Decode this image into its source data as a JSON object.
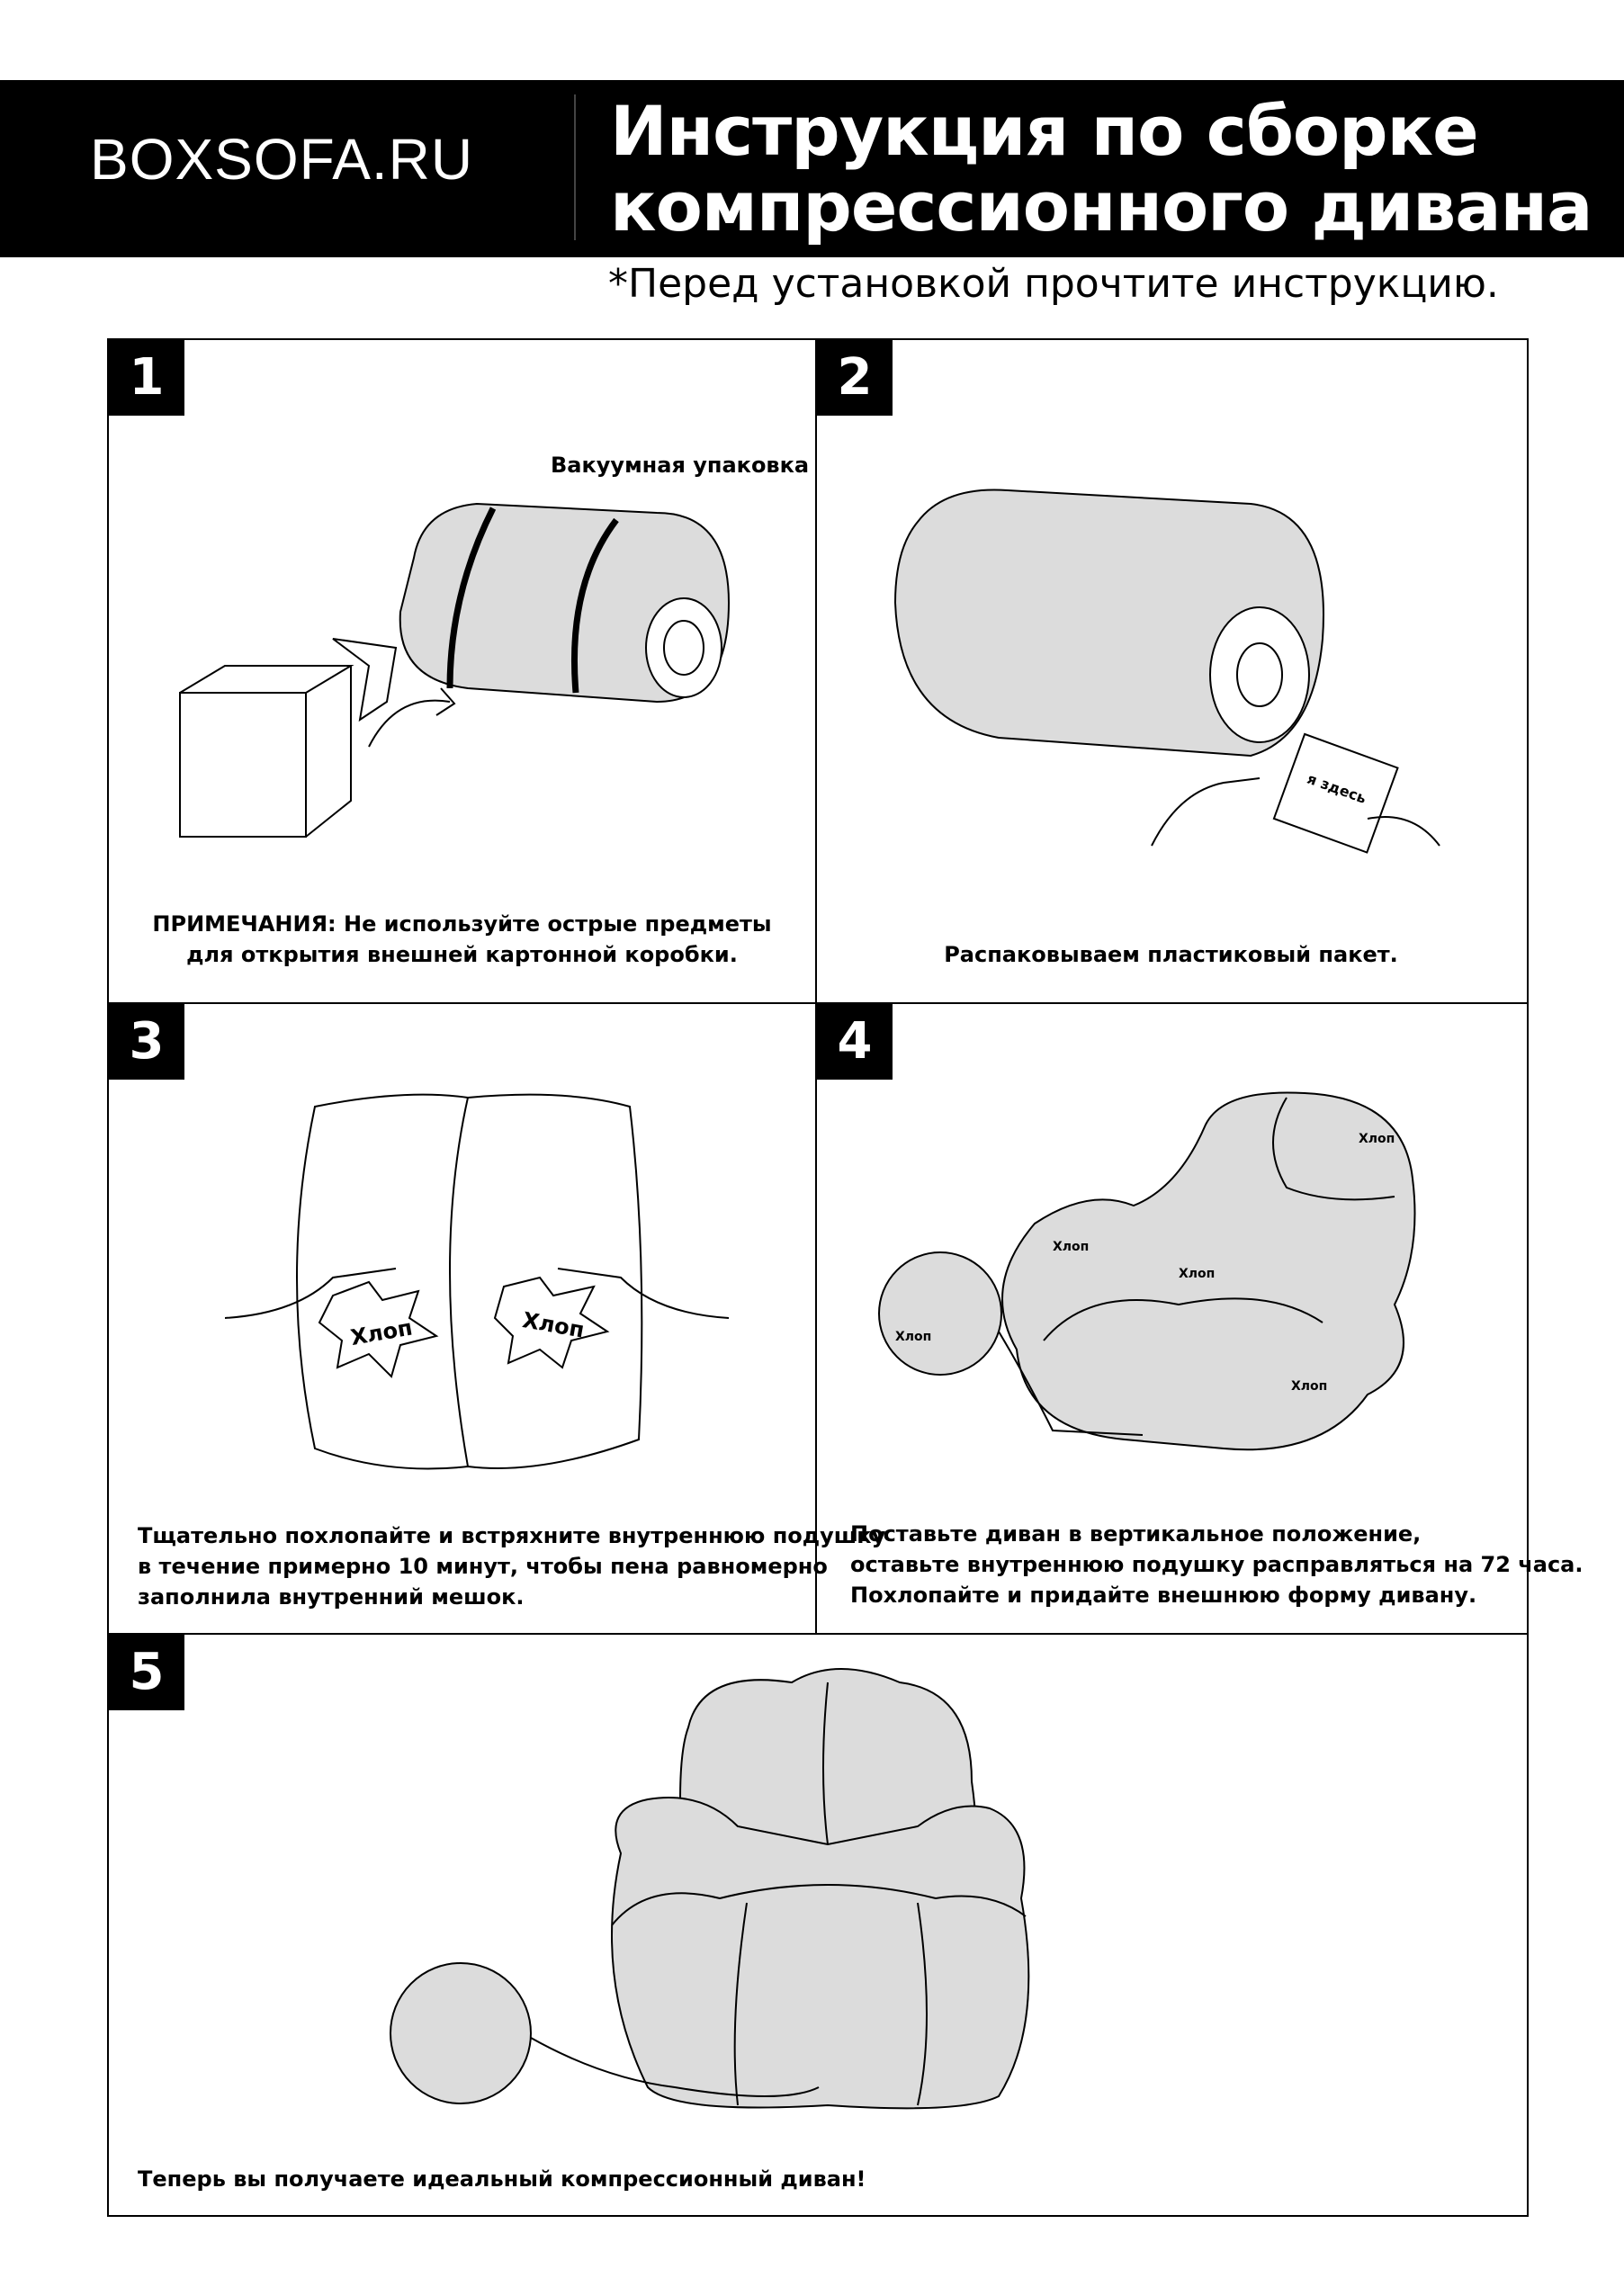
{
  "header": {
    "logo": "BOXSOFA.RU",
    "title_line1": "Инструкция по сборке",
    "title_line2": "компрессионного дивана",
    "subtitle": "*Перед установкой прочтите инструкцию."
  },
  "steps": [
    {
      "number": "1",
      "label_top": "Вакуумная упаковка",
      "caption_line1": "ПРИМЕЧАНИЯ: Не используйте острые предметы",
      "caption_line2": "для открытия внешней картонной коробки."
    },
    {
      "number": "2",
      "card_text": "я здесь",
      "caption_line1": "Распаковываем пластиковый пакет."
    },
    {
      "number": "3",
      "pop": "Хлоп",
      "caption_line1": "Тщательно похлопайте и встряхните внутреннюю подушку",
      "caption_line2": "в течение примерно 10 минут, чтобы пена равномерно",
      "caption_line3": "заполнила внутренний мешок."
    },
    {
      "number": "4",
      "pop": "Хлоп",
      "caption_line1": "Поставьте диван в вертикальное положение,",
      "caption_line2": "оставьте внутреннюю подушку расправляться на 72 часа.",
      "caption_line3": "Похлопайте и придайте внешнюю форму дивану."
    },
    {
      "number": "5",
      "caption_line1": "Теперь вы получаете идеальный компрессионный диван!"
    }
  ],
  "colors": {
    "fill": "#dcdcdc",
    "ink": "#000000"
  }
}
